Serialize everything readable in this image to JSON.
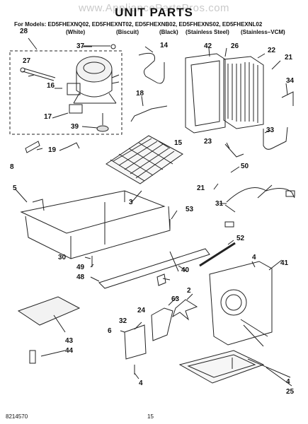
{
  "watermark": "www.AppliancePartsPros.com",
  "title": "UNIT PARTS",
  "models_line": "For Models: ED5FHEXNQ02, ED5FHEXNT02, ED5FHEXNB02, ED5FHEXNS02, ED5FHEXNL02",
  "variants": [
    "(White)",
    "(Biscuit)",
    "(Black)",
    "(Stainless Steel)",
    "(Stainless–VCM)"
  ],
  "part_numbers": {
    "p28": "28",
    "p37": "37",
    "p14": "14",
    "p42": "42",
    "p26": "26",
    "p22": "22",
    "p21a": "21",
    "p27": "27",
    "p34": "34",
    "p16": "16",
    "p18": "18",
    "p17": "17",
    "p39": "39",
    "p15": "15",
    "p33": "33",
    "p23": "23",
    "p19": "19",
    "p50": "50",
    "p8": "8",
    "p21b": "21",
    "p31": "31",
    "p5": "5",
    "p3": "3",
    "p53": "53",
    "p52": "52",
    "p30": "30",
    "p4a": "4",
    "p41": "41",
    "p49": "49",
    "p40": "40",
    "p48": "48",
    "p2": "2",
    "p63": "63",
    "p24": "24",
    "p32": "32",
    "p6": "6",
    "p43": "43",
    "p44": "44",
    "p4b": "4",
    "p4c": "4",
    "p25": "25"
  },
  "footer": {
    "doc_number": "8214570",
    "page": "15"
  }
}
